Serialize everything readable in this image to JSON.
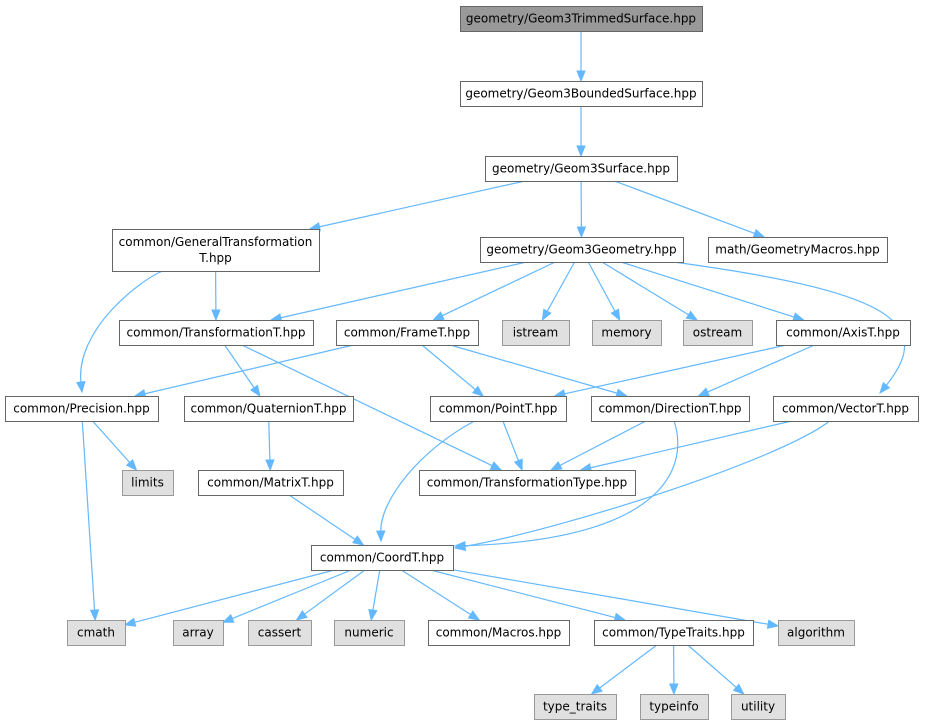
{
  "colors": {
    "root_fill": "#999999",
    "root_stroke": "#666666",
    "header_fill": "#ffffff",
    "header_stroke": "#666666",
    "system_fill": "#e0e0e0",
    "system_stroke": "#999999",
    "edge": "#63b8ff"
  },
  "nodes": [
    {
      "id": "trimmed",
      "lines": [
        "geometry/Geom3TrimmedSurface.hpp"
      ],
      "kind": "root"
    },
    {
      "id": "bounded",
      "lines": [
        "geometry/Geom3BoundedSurface.hpp"
      ],
      "kind": "header"
    },
    {
      "id": "surface",
      "lines": [
        "geometry/Geom3Surface.hpp"
      ],
      "kind": "header"
    },
    {
      "id": "gentrans",
      "lines": [
        "common/GeneralTransformation",
        "T.hpp"
      ],
      "kind": "header"
    },
    {
      "id": "geometry",
      "lines": [
        "geometry/Geom3Geometry.hpp"
      ],
      "kind": "header"
    },
    {
      "id": "macros_geo",
      "lines": [
        "math/GeometryMacros.hpp"
      ],
      "kind": "header"
    },
    {
      "id": "transT",
      "lines": [
        "common/TransformationT.hpp"
      ],
      "kind": "header"
    },
    {
      "id": "frameT",
      "lines": [
        "common/FrameT.hpp"
      ],
      "kind": "header"
    },
    {
      "id": "istream",
      "lines": [
        "istream"
      ],
      "kind": "system"
    },
    {
      "id": "memory",
      "lines": [
        "memory"
      ],
      "kind": "system"
    },
    {
      "id": "ostream",
      "lines": [
        "ostream"
      ],
      "kind": "system"
    },
    {
      "id": "axisT",
      "lines": [
        "common/AxisT.hpp"
      ],
      "kind": "header"
    },
    {
      "id": "precision",
      "lines": [
        "common/Precision.hpp"
      ],
      "kind": "header"
    },
    {
      "id": "quatT",
      "lines": [
        "common/QuaternionT.hpp"
      ],
      "kind": "header"
    },
    {
      "id": "pointT",
      "lines": [
        "common/PointT.hpp"
      ],
      "kind": "header"
    },
    {
      "id": "dirT",
      "lines": [
        "common/DirectionT.hpp"
      ],
      "kind": "header"
    },
    {
      "id": "vecT",
      "lines": [
        "common/VectorT.hpp"
      ],
      "kind": "header"
    },
    {
      "id": "limits",
      "lines": [
        "limits"
      ],
      "kind": "system"
    },
    {
      "id": "matT",
      "lines": [
        "common/MatrixT.hpp"
      ],
      "kind": "header"
    },
    {
      "id": "ttype",
      "lines": [
        "common/TransformationType.hpp"
      ],
      "kind": "header"
    },
    {
      "id": "coordT",
      "lines": [
        "common/CoordT.hpp"
      ],
      "kind": "header"
    },
    {
      "id": "cmath",
      "lines": [
        "cmath"
      ],
      "kind": "system"
    },
    {
      "id": "array",
      "lines": [
        "array"
      ],
      "kind": "system"
    },
    {
      "id": "cassert",
      "lines": [
        "cassert"
      ],
      "kind": "system"
    },
    {
      "id": "numeric",
      "lines": [
        "numeric"
      ],
      "kind": "system"
    },
    {
      "id": "cmacros",
      "lines": [
        "common/Macros.hpp"
      ],
      "kind": "header"
    },
    {
      "id": "typetraits",
      "lines": [
        "common/TypeTraits.hpp"
      ],
      "kind": "header"
    },
    {
      "id": "algorithm",
      "lines": [
        "algorithm"
      ],
      "kind": "system"
    },
    {
      "id": "type_traits",
      "lines": [
        "type_traits"
      ],
      "kind": "system"
    },
    {
      "id": "typeinfo",
      "lines": [
        "typeinfo"
      ],
      "kind": "system"
    },
    {
      "id": "utility",
      "lines": [
        "utility"
      ],
      "kind": "system"
    }
  ],
  "edges": [
    {
      "from": "trimmed",
      "to": "bounded"
    },
    {
      "from": "bounded",
      "to": "surface"
    },
    {
      "from": "surface",
      "to": "gentrans"
    },
    {
      "from": "surface",
      "to": "geometry"
    },
    {
      "from": "surface",
      "to": "macros_geo"
    },
    {
      "from": "gentrans",
      "to": "transT"
    },
    {
      "from": "gentrans",
      "to": "precision"
    },
    {
      "from": "geometry",
      "to": "transT"
    },
    {
      "from": "geometry",
      "to": "frameT"
    },
    {
      "from": "geometry",
      "to": "istream"
    },
    {
      "from": "geometry",
      "to": "memory"
    },
    {
      "from": "geometry",
      "to": "ostream"
    },
    {
      "from": "geometry",
      "to": "axisT"
    },
    {
      "from": "geometry",
      "to": "vecT"
    },
    {
      "from": "transT",
      "to": "quatT"
    },
    {
      "from": "transT",
      "to": "ttype"
    },
    {
      "from": "frameT",
      "to": "precision"
    },
    {
      "from": "frameT",
      "to": "pointT"
    },
    {
      "from": "frameT",
      "to": "dirT"
    },
    {
      "from": "axisT",
      "to": "pointT"
    },
    {
      "from": "axisT",
      "to": "dirT"
    },
    {
      "from": "precision",
      "to": "limits"
    },
    {
      "from": "precision",
      "to": "cmath"
    },
    {
      "from": "quatT",
      "to": "matT"
    },
    {
      "from": "pointT",
      "to": "ttype"
    },
    {
      "from": "pointT",
      "to": "coordT"
    },
    {
      "from": "dirT",
      "to": "ttype"
    },
    {
      "from": "dirT",
      "to": "coordT"
    },
    {
      "from": "vecT",
      "to": "ttype"
    },
    {
      "from": "vecT",
      "to": "coordT"
    },
    {
      "from": "matT",
      "to": "coordT"
    },
    {
      "from": "coordT",
      "to": "cmath"
    },
    {
      "from": "coordT",
      "to": "array"
    },
    {
      "from": "coordT",
      "to": "cassert"
    },
    {
      "from": "coordT",
      "to": "numeric"
    },
    {
      "from": "coordT",
      "to": "cmacros"
    },
    {
      "from": "coordT",
      "to": "typetraits"
    },
    {
      "from": "coordT",
      "to": "algorithm"
    },
    {
      "from": "typetraits",
      "to": "type_traits"
    },
    {
      "from": "typetraits",
      "to": "typeinfo"
    },
    {
      "from": "typetraits",
      "to": "utility"
    }
  ]
}
